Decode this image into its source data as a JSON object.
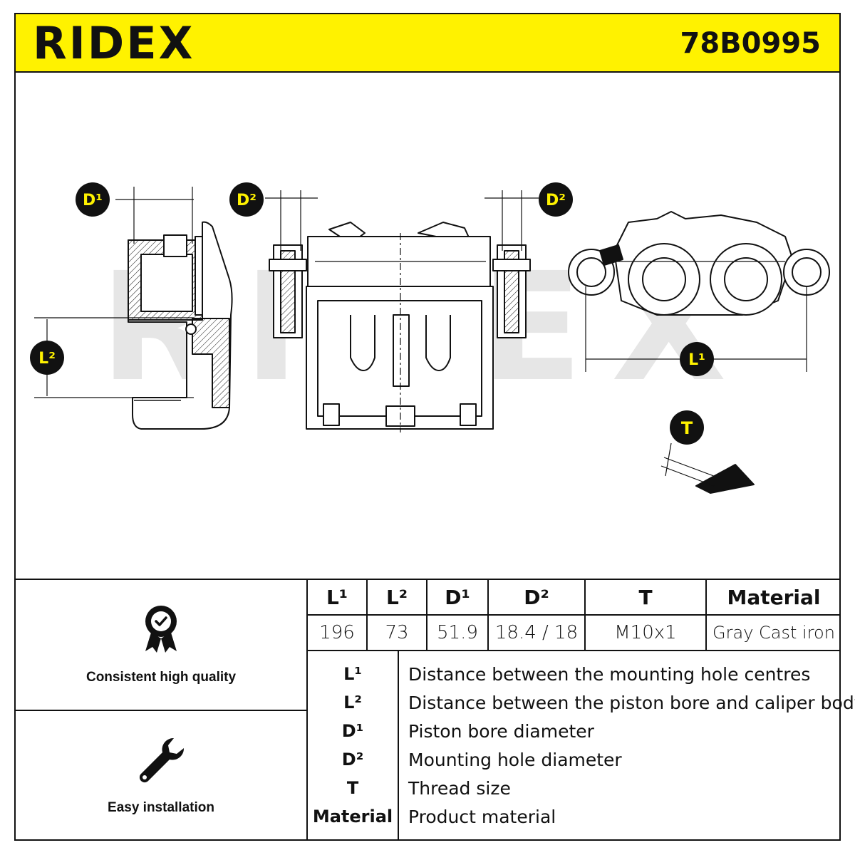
{
  "brand": {
    "logo": "RIDEX",
    "part_number": "78B0995",
    "accent_color": "#fff200"
  },
  "watermark": "RIDEX",
  "diagram": {
    "labels": {
      "d1": "D¹",
      "d2_left": "D²",
      "d2_right": "D²",
      "l1": "L¹",
      "l2": "L²",
      "t": "T"
    }
  },
  "specs": {
    "headers": [
      "L¹",
      "L²",
      "D¹",
      "D²",
      "T",
      "Material"
    ],
    "values": [
      "196",
      "73",
      "51.9",
      "18.4 / 18",
      "M10x1",
      "Gray Cast iron"
    ]
  },
  "glossary": [
    {
      "key": "L¹",
      "desc": "Distance between the mounting hole centres"
    },
    {
      "key": "L²",
      "desc": "Distance between the piston bore and caliper body"
    },
    {
      "key": "D¹",
      "desc": "Piston bore diameter"
    },
    {
      "key": "D²",
      "desc": "Mounting hole diameter"
    },
    {
      "key": "T",
      "desc": "Thread size"
    },
    {
      "key": "Material",
      "desc": "Product material"
    }
  ],
  "features": [
    {
      "icon": "quality-badge-icon",
      "label": "Consistent high quality"
    },
    {
      "icon": "wrench-icon",
      "label": "Easy installation"
    }
  ]
}
